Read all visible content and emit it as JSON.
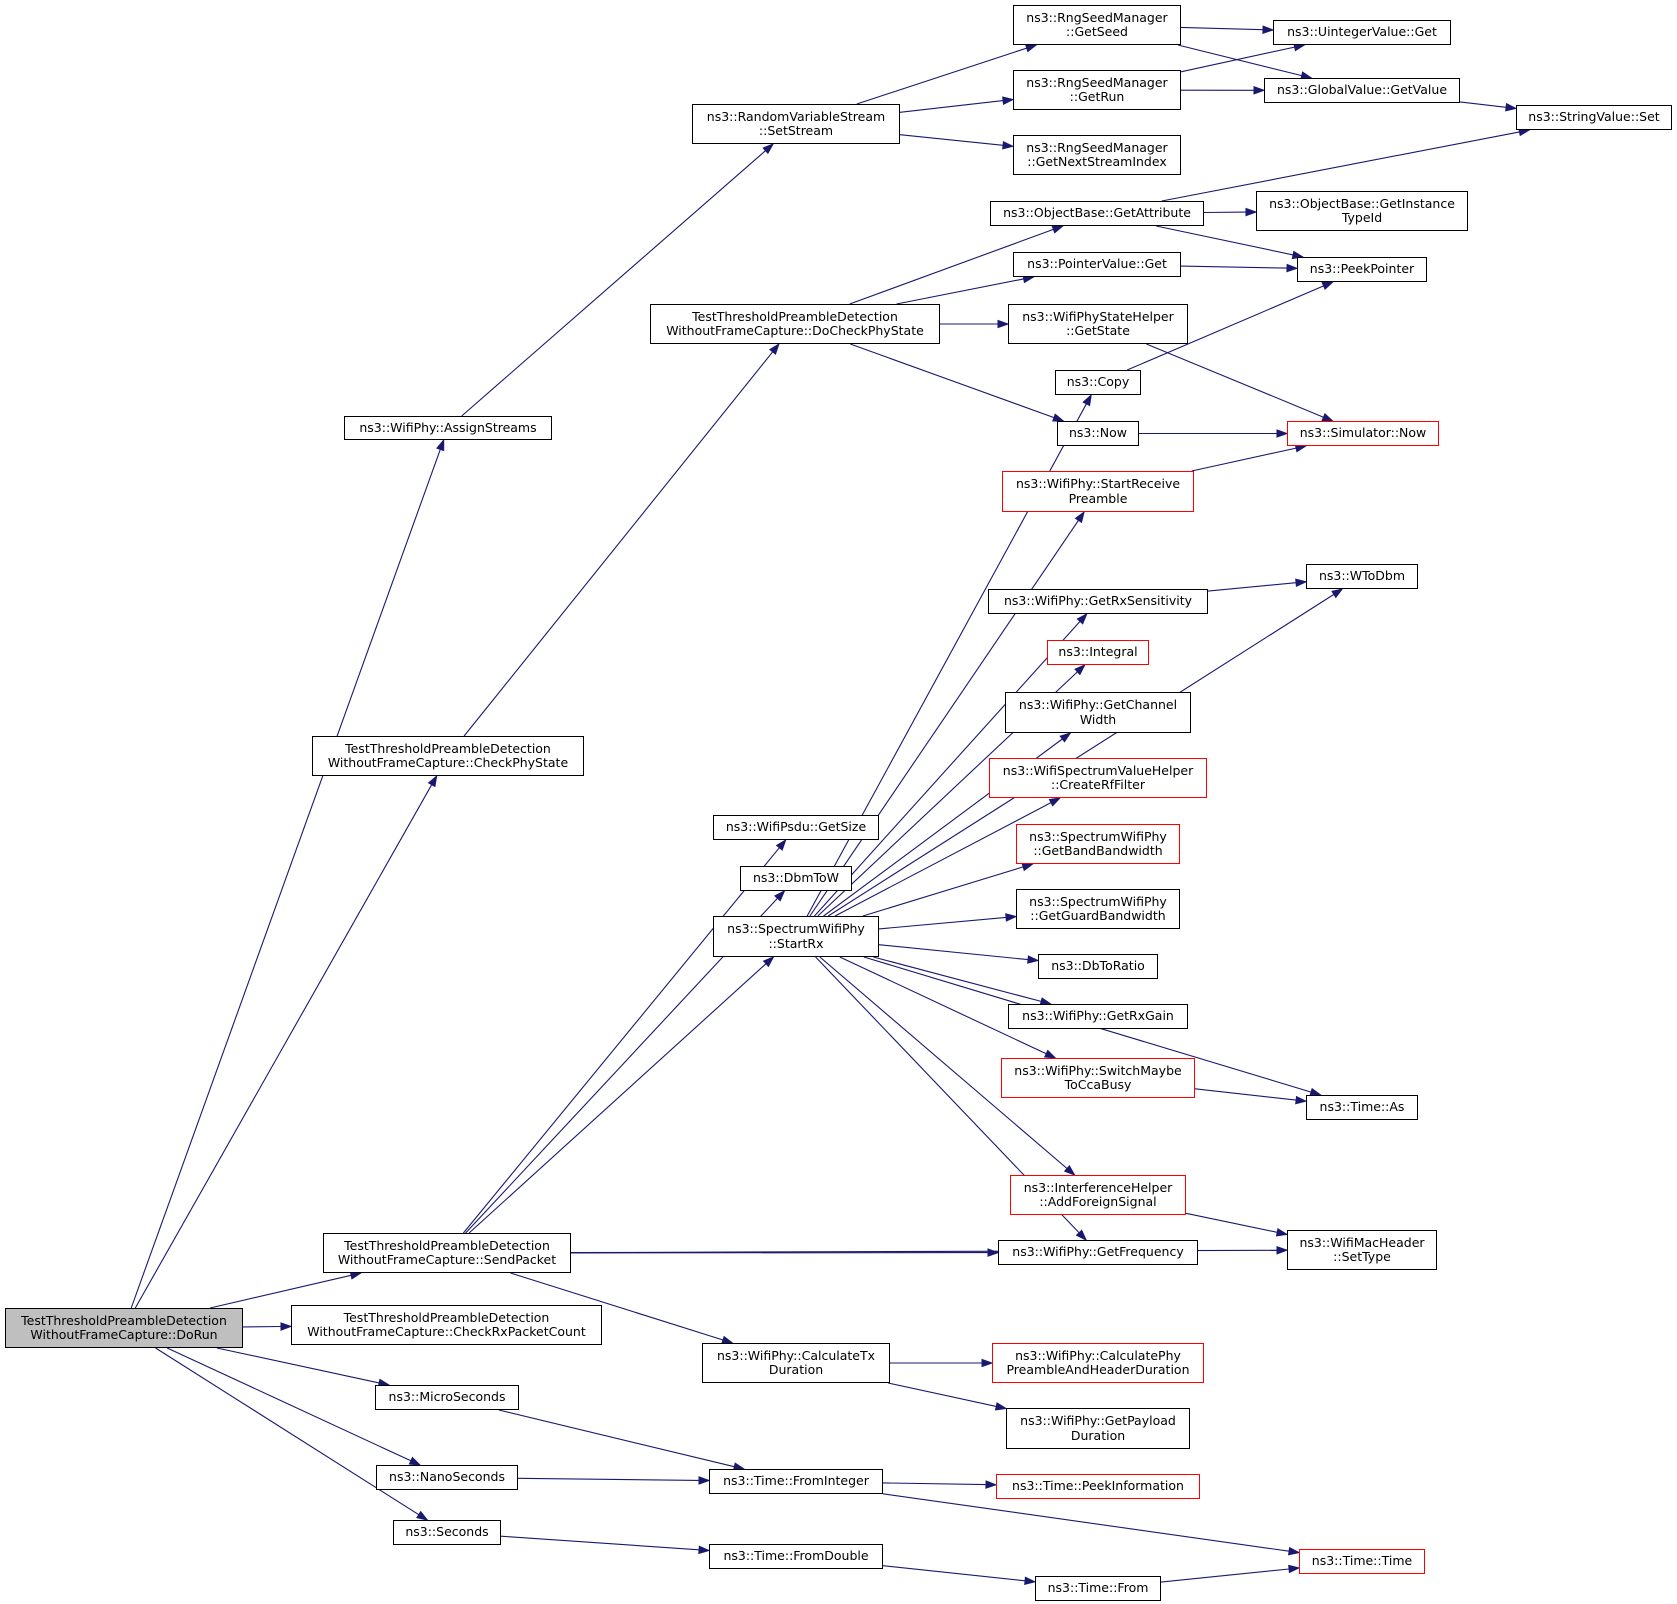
{
  "colors": {
    "edge": "#191970",
    "border_default": "#000000",
    "border_truncated": "#ff0000",
    "root_fill": "#bfbfbf",
    "node_fill": "#ffffff"
  },
  "nodes": {
    "dorun": "TestThresholdPreambleDetection\nWithoutFrameCapture::DoRun",
    "assign_streams": "ns3::WifiPhy::AssignStreams",
    "check_phy_state": "TestThresholdPreambleDetection\nWithoutFrameCapture::CheckPhyState",
    "send_packet": "TestThresholdPreambleDetection\nWithoutFrameCapture::SendPacket",
    "check_rx_packet_count": "TestThresholdPreambleDetection\nWithoutFrameCapture::CheckRxPacketCount",
    "micro_seconds": "ns3::MicroSeconds",
    "nano_seconds": "ns3::NanoSeconds",
    "seconds": "ns3::Seconds",
    "set_stream": "ns3::RandomVariableStream\n::SetStream",
    "do_check_phy_state": "TestThresholdPreambleDetection\nWithoutFrameCapture::DoCheckPhyState",
    "psdu_get_size": "ns3::WifiPsdu::GetSize",
    "dbm_to_w": "ns3::DbmToW",
    "start_rx": "ns3::SpectrumWifiPhy\n::StartRx",
    "calc_tx_duration": "ns3::WifiPhy::CalculateTx\nDuration",
    "time_from_integer": "ns3::Time::FromInteger",
    "time_from_double": "ns3::Time::FromDouble",
    "get_seed": "ns3::RngSeedManager\n::GetSeed",
    "get_run": "ns3::RngSeedManager\n::GetRun",
    "get_next_stream_index": "ns3::RngSeedManager\n::GetNextStreamIndex",
    "get_attribute": "ns3::ObjectBase::GetAttribute",
    "pointer_value_get": "ns3::PointerValue::Get",
    "get_state": "ns3::WifiPhyStateHelper\n::GetState",
    "copy": "ns3::Copy",
    "now": "ns3::Now",
    "start_receive_preamble": "ns3::WifiPhy::StartReceive\nPreamble",
    "get_rx_sensitivity": "ns3::WifiPhy::GetRxSensitivity",
    "integral": "ns3::Integral",
    "get_channel_width": "ns3::WifiPhy::GetChannel\nWidth",
    "create_rf_filter": "ns3::WifiSpectrumValueHelper\n::CreateRfFilter",
    "get_band_bandwidth": "ns3::SpectrumWifiPhy\n::GetBandBandwidth",
    "get_guard_bandwidth": "ns3::SpectrumWifiPhy\n::GetGuardBandwidth",
    "db_to_ratio": "ns3::DbToRatio",
    "get_rx_gain": "ns3::WifiPhy::GetRxGain",
    "switch_maybe_to_cca_busy": "ns3::WifiPhy::SwitchMaybe\nToCcaBusy",
    "add_foreign_signal": "ns3::InterferenceHelper\n::AddForeignSignal",
    "get_frequency": "ns3::WifiPhy::GetFrequency",
    "calc_phy_preamble": "ns3::WifiPhy::CalculatePhy\nPreambleAndHeaderDuration",
    "get_payload_duration": "ns3::WifiPhy::GetPayload\nDuration",
    "time_peek_information": "ns3::Time::PeekInformation",
    "time_from": "ns3::Time::From",
    "uinteger_value_get": "ns3::UintegerValue::Get",
    "global_value_get_value": "ns3::GlobalValue::GetValue",
    "get_instance_type_id": "ns3::ObjectBase::GetInstance\nTypeId",
    "peek_pointer": "ns3::PeekPointer",
    "simulator_now": "ns3::Simulator::Now",
    "w_to_dbm": "ns3::WToDbm",
    "time_as": "ns3::Time::As",
    "mac_header_set_type": "ns3::WifiMacHeader\n::SetType",
    "time_time": "ns3::Time::Time",
    "string_value_set": "ns3::StringValue::Set"
  },
  "truncated_nodes": [
    "start_receive_preamble",
    "integral",
    "create_rf_filter",
    "get_band_bandwidth",
    "switch_maybe_to_cca_busy",
    "add_foreign_signal",
    "calc_phy_preamble",
    "time_peek_information",
    "simulator_now",
    "time_time"
  ],
  "edges": [
    [
      "dorun",
      "assign_streams"
    ],
    [
      "dorun",
      "check_phy_state"
    ],
    [
      "dorun",
      "send_packet"
    ],
    [
      "dorun",
      "check_rx_packet_count"
    ],
    [
      "dorun",
      "micro_seconds"
    ],
    [
      "dorun",
      "nano_seconds"
    ],
    [
      "dorun",
      "seconds"
    ],
    [
      "assign_streams",
      "set_stream"
    ],
    [
      "set_stream",
      "get_seed"
    ],
    [
      "set_stream",
      "get_run"
    ],
    [
      "set_stream",
      "get_next_stream_index"
    ],
    [
      "get_seed",
      "uinteger_value_get"
    ],
    [
      "get_seed",
      "global_value_get_value"
    ],
    [
      "get_run",
      "uinteger_value_get"
    ],
    [
      "get_run",
      "global_value_get_value"
    ],
    [
      "global_value_get_value",
      "string_value_set"
    ],
    [
      "check_phy_state",
      "do_check_phy_state"
    ],
    [
      "do_check_phy_state",
      "get_attribute"
    ],
    [
      "do_check_phy_state",
      "pointer_value_get"
    ],
    [
      "do_check_phy_state",
      "get_state"
    ],
    [
      "do_check_phy_state",
      "now"
    ],
    [
      "get_attribute",
      "string_value_set"
    ],
    [
      "get_attribute",
      "get_instance_type_id"
    ],
    [
      "get_attribute",
      "peek_pointer"
    ],
    [
      "pointer_value_get",
      "peek_pointer"
    ],
    [
      "get_state",
      "simulator_now"
    ],
    [
      "copy",
      "peek_pointer"
    ],
    [
      "now",
      "simulator_now"
    ],
    [
      "start_receive_preamble",
      "simulator_now"
    ],
    [
      "get_rx_sensitivity",
      "w_to_dbm"
    ],
    [
      "send_packet",
      "psdu_get_size"
    ],
    [
      "send_packet",
      "dbm_to_w"
    ],
    [
      "send_packet",
      "start_rx"
    ],
    [
      "send_packet",
      "get_frequency"
    ],
    [
      "send_packet",
      "mac_header_set_type"
    ],
    [
      "send_packet",
      "calc_tx_duration"
    ],
    [
      "start_rx",
      "copy"
    ],
    [
      "start_rx",
      "start_receive_preamble"
    ],
    [
      "start_rx",
      "w_to_dbm"
    ],
    [
      "start_rx",
      "get_rx_sensitivity"
    ],
    [
      "start_rx",
      "integral"
    ],
    [
      "start_rx",
      "get_channel_width"
    ],
    [
      "start_rx",
      "create_rf_filter"
    ],
    [
      "start_rx",
      "get_band_bandwidth"
    ],
    [
      "start_rx",
      "get_guard_bandwidth"
    ],
    [
      "start_rx",
      "db_to_ratio"
    ],
    [
      "start_rx",
      "get_rx_gain"
    ],
    [
      "start_rx",
      "switch_maybe_to_cca_busy"
    ],
    [
      "start_rx",
      "time_as"
    ],
    [
      "start_rx",
      "add_foreign_signal"
    ],
    [
      "start_rx",
      "get_frequency"
    ],
    [
      "switch_maybe_to_cca_busy",
      "time_as"
    ],
    [
      "add_foreign_signal",
      "mac_header_set_type"
    ],
    [
      "calc_tx_duration",
      "calc_phy_preamble"
    ],
    [
      "calc_tx_duration",
      "get_payload_duration"
    ],
    [
      "micro_seconds",
      "time_from_integer"
    ],
    [
      "nano_seconds",
      "time_from_integer"
    ],
    [
      "seconds",
      "time_from_double"
    ],
    [
      "time_from_integer",
      "time_peek_information"
    ],
    [
      "time_from_integer",
      "time_time"
    ],
    [
      "time_from_double",
      "time_from"
    ],
    [
      "time_from",
      "time_time"
    ]
  ]
}
